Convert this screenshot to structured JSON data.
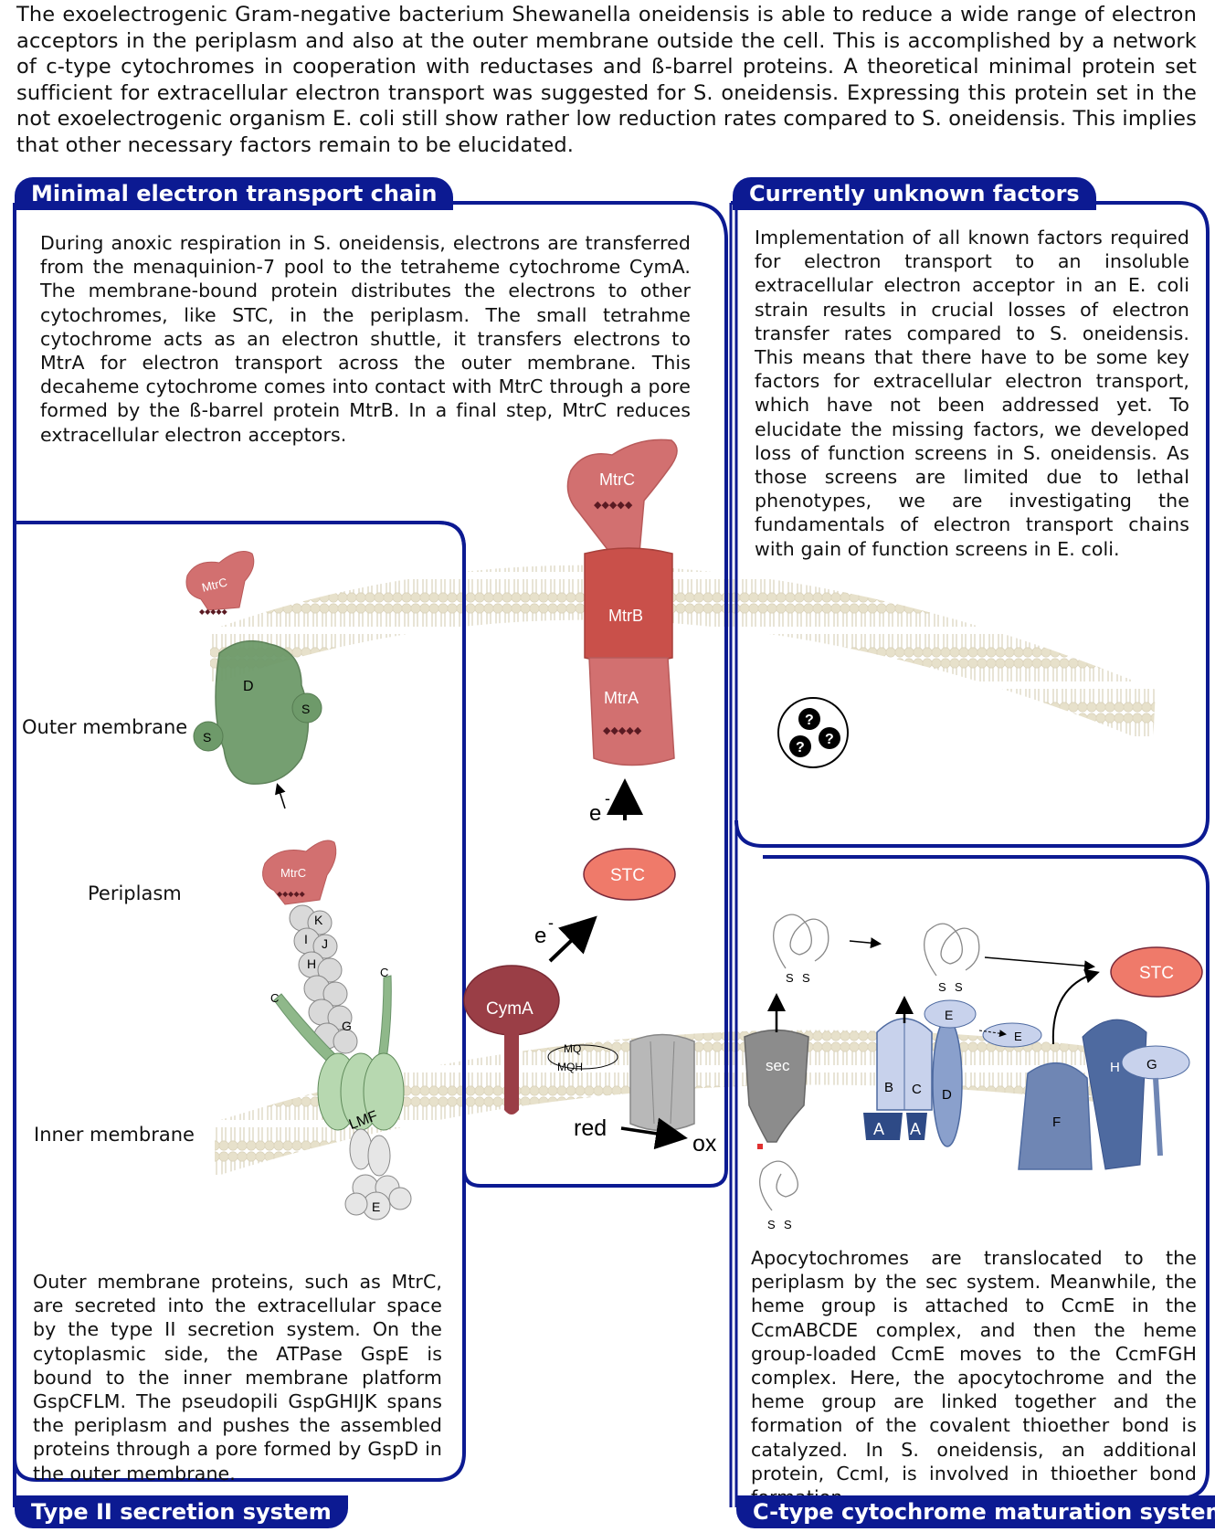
{
  "intro": "The exoelectrogenic Gram-negative bacterium Shewanella oneidensis is able to reduce a wide range of electron acceptors in the periplasm and also at the outer membrane outside the cell. This is accomplished by a network of c-type cytochromes in cooperation with reductases and ß-barrel proteins. A theoretical minimal protein set sufficient for extracellular electron transport was suggested for S. oneidensis. Expressing this protein set in the not exoelectrogenic organism E. coli still show rather low reduction rates compared to S. oneidensis. This implies that other necessary factors remain to be elucidated.",
  "panels": {
    "minimal": {
      "title": "Minimal electron transport chain",
      "text": "During anoxic respiration in S. oneidensis, electrons are transferred from the menaquinion-7 pool to the tetraheme cytochrome CymA. The membrane-bound protein distributes the electrons to other cytochromes, like STC, in the periplasm. The small tetrahme cytochrome acts as an electron shuttle, it transfers electrons to MtrA for electron transport across the outer membrane. This decaheme cytochrome comes into contact with MtrC through a pore formed by the ß-barrel protein MtrB. In a final step, MtrC reduces extracellular electron acceptors."
    },
    "unknown": {
      "title": "Currently unknown factors",
      "text": "Implementation of all known factors required for electron transport to an insoluble extracellular electron acceptor in an E. coli strain results in crucial losses of electron transfer rates compared to S. oneidensis. This means that there have to be some key factors for extracellular electron transport, which have not been addressed yet. To elucidate the missing factors, we developed loss of function screens in S. oneidensis. As those screens are limited due to lethal phenotypes, we are investigating the fundamentals of electron transport chains with gain of function screens in E. coli."
    },
    "type2": {
      "title": "Type II secretion system",
      "text": "Outer membrane proteins, such as MtrC, are secreted into the extracellular space by the type II secretion system. On the cytoplasmic side, the ATPase GspE is bound to the inner membrane platform GspCFLM. The pseudopili GspGHIJK spans the periplasm and pushes the assembled proteins through a pore formed by GspD in the outer membrane."
    },
    "ccm": {
      "title": "C-type cytochrome maturation system",
      "text": "Apocytochromes are translocated to the periplasm by the sec system. Meanwhile, the heme group is attached to CcmE in the CcmABCDE complex, and then the heme group-loaded CcmE moves to the CcmFGH complex. Here, the apocytochrome and the heme group are linked together and the formation of the covalent thioether bond is catalyzed. In S. oneidensis, an additional protein, CcmI, is involved in thioether bond formation."
    }
  },
  "labels": {
    "outer_membrane": "Outer membrane",
    "periplasm": "Periplasm",
    "inner_membrane": "Inner membrane"
  },
  "diagram": {
    "mtrc": "MtrC",
    "mtrb": "MtrB",
    "mtra": "MtrA",
    "stc": "STC",
    "cyma": "CymA",
    "mq": "MQ",
    "mqh": "MQH",
    "sec": "sec",
    "red": "red",
    "ox": "ox",
    "electron": "e",
    "electron_sup": "-",
    "lmf": "LMF",
    "gsp_d": "D",
    "gsp_s": "S",
    "gsp_k": "K",
    "gsp_j": "J",
    "gsp_i": "I",
    "gsp_h": "H",
    "gsp_g": "G",
    "gsp_c": "C",
    "gsp_e": "E",
    "ccm_a": "A",
    "ccm_b": "B",
    "ccm_c": "C",
    "ccm_d": "D",
    "ccm_e": "E",
    "ccm_f": "F",
    "ccm_g": "G",
    "ccm_h": "H",
    "ss": "S",
    "question": "?"
  },
  "colors": {
    "navy": "#0c1a92",
    "lipid": "#e6dfc8",
    "mtr_red": "#d27070",
    "mtrb_red": "#c9504a",
    "stc_salmon": "#ef7a6a",
    "cyma_dark": "#9a3e46",
    "gsp_green": "#6e9a6a",
    "ccm_blue": "#4e6aa0"
  }
}
